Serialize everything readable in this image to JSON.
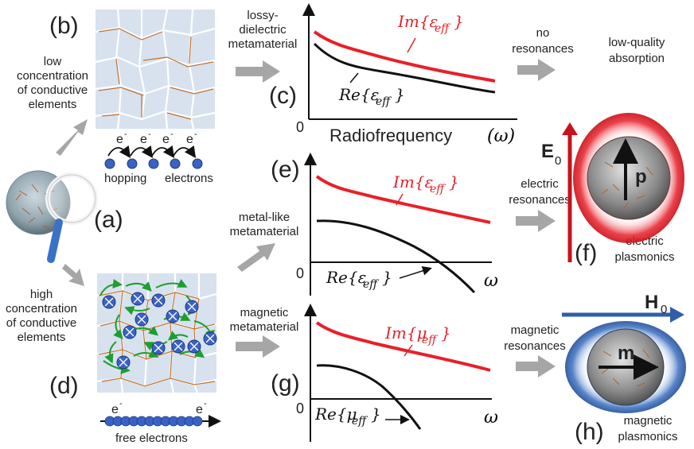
{
  "panels": {
    "a": "(a)",
    "b": "(b)",
    "c": "(c)",
    "d": "(d)",
    "e": "(e)",
    "f": "(f)",
    "g": "(g)",
    "h": "(h)"
  },
  "left": {
    "low_1": "low",
    "low_2": "concentration",
    "low_3": "of conductive",
    "low_4": "elements",
    "high_1": "high",
    "high_2": "concentration",
    "high_3": "of conductive",
    "high_4": "elements",
    "electron": "e",
    "electron_sup": "-",
    "hopping": "hopping",
    "electrons": "electrons",
    "free_electrons": "free electrons"
  },
  "middle": {
    "lossy_1": "lossy-",
    "lossy_2": "dielectric",
    "lossy_3": "metamaterial",
    "metal_1": "metal-like",
    "metal_2": "metamaterial",
    "magnetic_1": "magnetic",
    "magnetic_2": "metamaterial"
  },
  "graphs": {
    "c": {
      "zero": "0",
      "xlabel": "Radiofrequency",
      "omega": "(ω)",
      "im_label": "Im{ε",
      "im_sub": "eff",
      "re_label": "Re{ε",
      "re_sub": "eff",
      "close": "}"
    },
    "e": {
      "zero": "0",
      "omega": "ω",
      "im_label": "Im{ε",
      "im_sub": "eff",
      "re_label": "Re{ε",
      "re_sub": "eff",
      "close": "}"
    },
    "g": {
      "zero": "0",
      "omega": "ω",
      "im_label": "Im{μ",
      "im_sub": "eff",
      "re_label": "Re{μ",
      "re_sub": "eff",
      "close": "}"
    }
  },
  "right": {
    "no_res_1": "no",
    "no_res_2": "resonances",
    "lowq_1": "low-quality",
    "lowq_2": "absorption",
    "elec_res_1": "electric",
    "elec_res_2": "resonances",
    "mag_res_1": "magnetic",
    "mag_res_2": "resonances",
    "E0": "E",
    "E0_sub": "0",
    "p": "p",
    "H0": "H",
    "H0_sub": "0",
    "m": "m",
    "elec_plas_1": "electric",
    "elec_plas_2": "plasmonics",
    "mag_plas_1": "magnetic",
    "mag_plas_2": "plasmonics"
  },
  "colors": {
    "red": "#e8202a",
    "black": "#111111",
    "gray_arrow": "#a6a6a6",
    "blue": "#2e5fa8",
    "green": "#1e9e2e",
    "dot": "#3a62c4"
  }
}
